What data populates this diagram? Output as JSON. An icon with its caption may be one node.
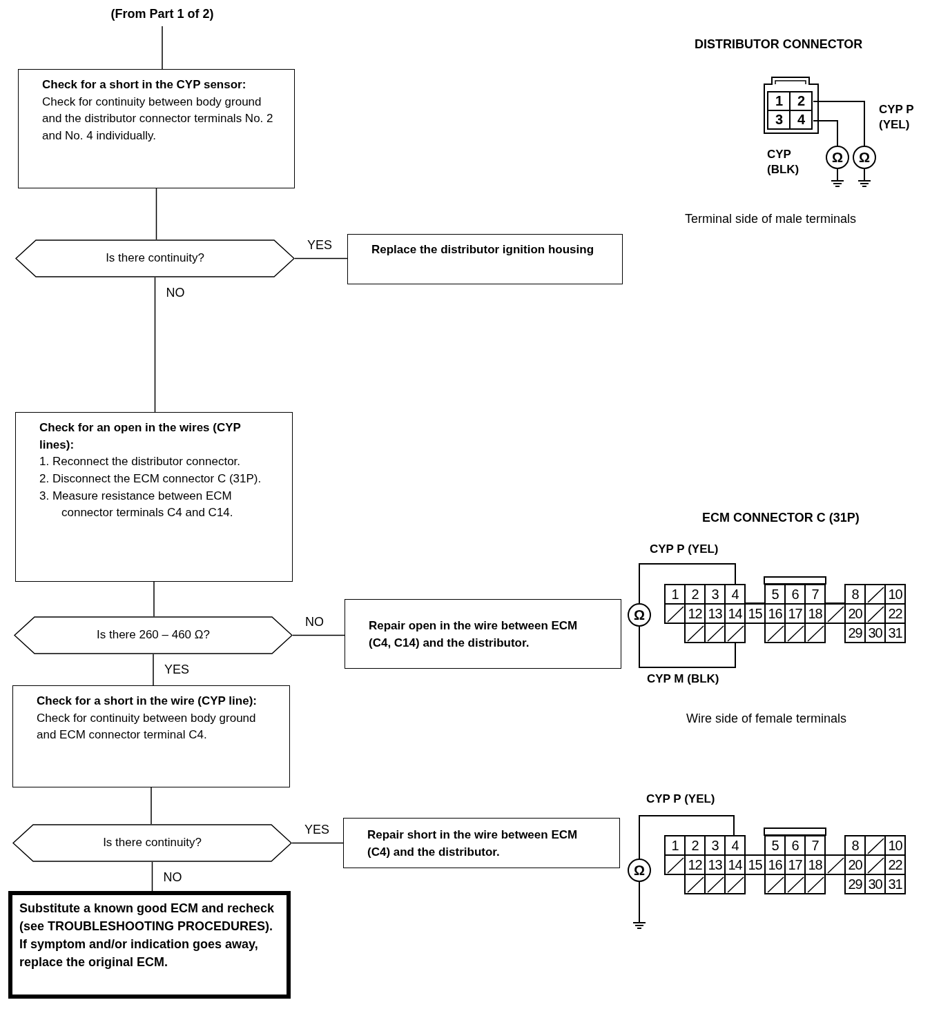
{
  "diagram": {
    "nodes": [
      {
        "text": [
          "(From Part 1 of 2)"
        ]
      },
      {
        "text": [
          "Check for a short in the CYP sensor:",
          "Check for continuity between body ground and the distributor connector terminals No. 2 and No. 4 individually."
        ]
      },
      {
        "text": [
          "Is there continuity?"
        ]
      },
      {
        "text": [
          "Replace the distributor ignition housing"
        ]
      },
      {
        "text": [
          "Check for an open in the wires (CYP lines):",
          "1. Reconnect the distributor connector.",
          "2. Disconnect the ECM connector C (31P).",
          "3. Measure resistance between ECM connector terminals C4 and C14."
        ]
      },
      {
        "text": [
          "Is there 260 – 460 Ω?"
        ]
      },
      {
        "text": [
          "Repair open in the wire between ECM (C4, C14) and the distributor."
        ]
      },
      {
        "text": [
          "Check for a short in the wire (CYP line):",
          "Check for continuity between body ground and ECM connector terminal C4."
        ]
      },
      {
        "text": [
          "Is there continuity?"
        ]
      },
      {
        "text": [
          "Repair short in the wire between ECM (C4) and the distributor."
        ]
      },
      {
        "text": [
          "Substitute a known good ECM and recheck (see TROUBLESHOOTING PROCEDURES). If symptom and/or indication goes away, replace the original ECM."
        ]
      }
    ],
    "edges": [
      {
        "from": 0,
        "to": 1,
        "arrow": "none"
      },
      {
        "from": 1,
        "to": 2,
        "arrow": "none"
      },
      {
        "from": 2,
        "to": 3,
        "arrow": "none",
        "label": "YES"
      },
      {
        "from": 2,
        "to": 4,
        "arrow": "none",
        "label": "NO"
      },
      {
        "from": 4,
        "to": 5,
        "arrow": "none"
      },
      {
        "from": 5,
        "to": 6,
        "arrow": "none",
        "label": "NO"
      },
      {
        "from": 5,
        "to": 7,
        "arrow": "none",
        "label": "YES"
      },
      {
        "from": 7,
        "to": 8,
        "arrow": "none"
      },
      {
        "from": 8,
        "to": 9,
        "arrow": "none",
        "label": "YES"
      },
      {
        "from": 8,
        "to": 10,
        "arrow": "none",
        "label": "NO"
      }
    ],
    "labels": [
      "DISTRIBUTOR CONNECTOR",
      "1",
      "2",
      "3",
      "4",
      "CYP P (YEL)",
      "CYP (BLK)",
      "Ω",
      "Ω",
      "Terminal side of male terminals",
      "ECM CONNECTOR C (31P)",
      "CYP P (YEL)",
      "Ω",
      "1",
      "2",
      "3",
      "4",
      "5",
      "6",
      "7",
      "8",
      "10",
      "12",
      "13",
      "14",
      "15",
      "16",
      "17",
      "18",
      "20",
      "22",
      "29",
      "30",
      "31",
      "CYP M (BLK)",
      "Wire side of female terminals",
      "CYP P (YEL)",
      "Ω",
      "1",
      "2",
      "3",
      "4",
      "5",
      "6",
      "7",
      "8",
      "10",
      "12",
      "13",
      "14",
      "15",
      "16",
      "17",
      "18",
      "20",
      "22",
      "29",
      "30",
      "31"
    ]
  }
}
